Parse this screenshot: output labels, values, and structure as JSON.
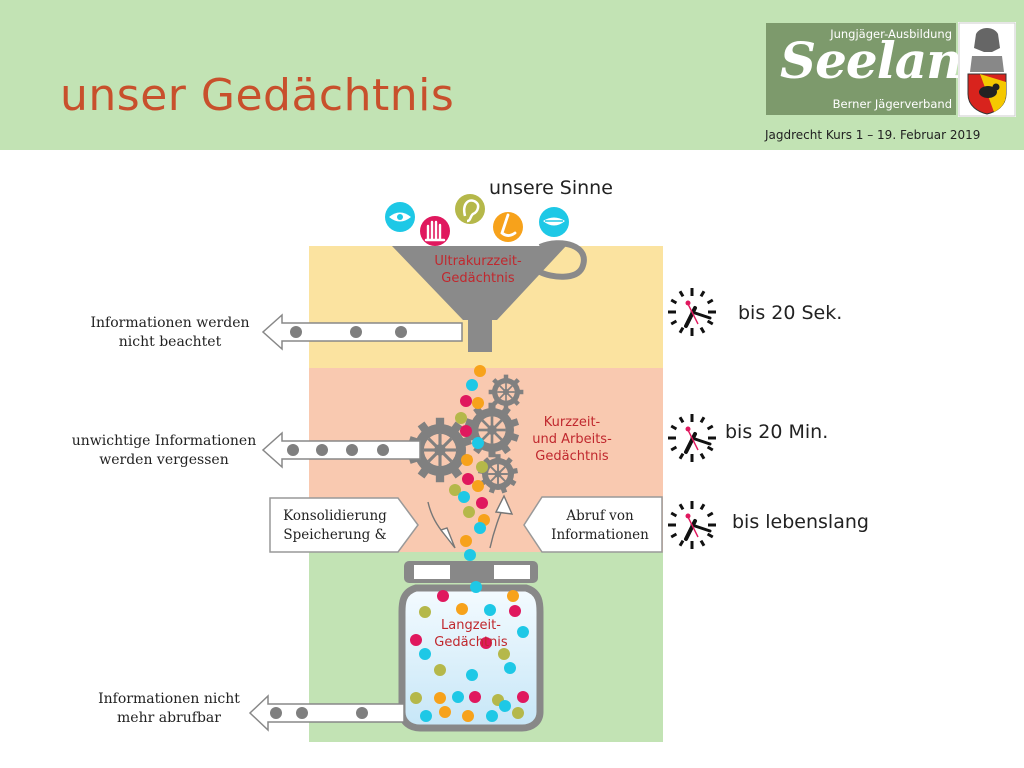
{
  "header": {
    "title": "unser Gedächtnis",
    "course": "Jagdrecht Kurs 1 – 19. Februar 2019",
    "logo_top": "Jungjäger-Ausbildung",
    "logo_main": "Seeland",
    "logo_bottom": "Berner Jägerverband"
  },
  "senses": {
    "label": "unsere Sinne",
    "icons": [
      "eye-icon",
      "hand-icon",
      "ear-icon",
      "nose-icon",
      "mouth-icon"
    ]
  },
  "stages": {
    "ultra": "Ultrakurzzeit-\nGedächtnis",
    "short_line1": "Kurzzeit-",
    "short_line2": "und Arbeits-",
    "short_line3": "Gedächtnis",
    "long_line1": "Langzeit-",
    "long_line2": "Gedächtnis"
  },
  "side_notes": {
    "ignored_line1": "Informationen werden",
    "ignored_line2": "nicht beachtet",
    "forgotten_line1": "unwichtige Informationen",
    "forgotten_line2": "werden vergessen",
    "lost_line1": "Informationen nicht",
    "lost_line2": "mehr abrufbar"
  },
  "arrows": {
    "store_line1": "Konsolidierung",
    "store_line2": "Speicherung &",
    "recall_line1": "Abruf von",
    "recall_line2": "Informationen"
  },
  "durations": {
    "ultra": "bis 20 Sek.",
    "short": "bis 20 Min.",
    "long": "bis lebenslang"
  },
  "colors": {
    "title": "#c8502c",
    "header_bg": "#c2e3b4",
    "ultra_band": "#fbe3a0",
    "short_band": "#f9c9b0",
    "long_band": "#c2e3b4",
    "stage_label": "#c0282e",
    "dot_pink": "#e0185e",
    "dot_cyan": "#1ec8e6",
    "dot_orange": "#f7a21b",
    "dot_olive": "#b5b84a"
  }
}
